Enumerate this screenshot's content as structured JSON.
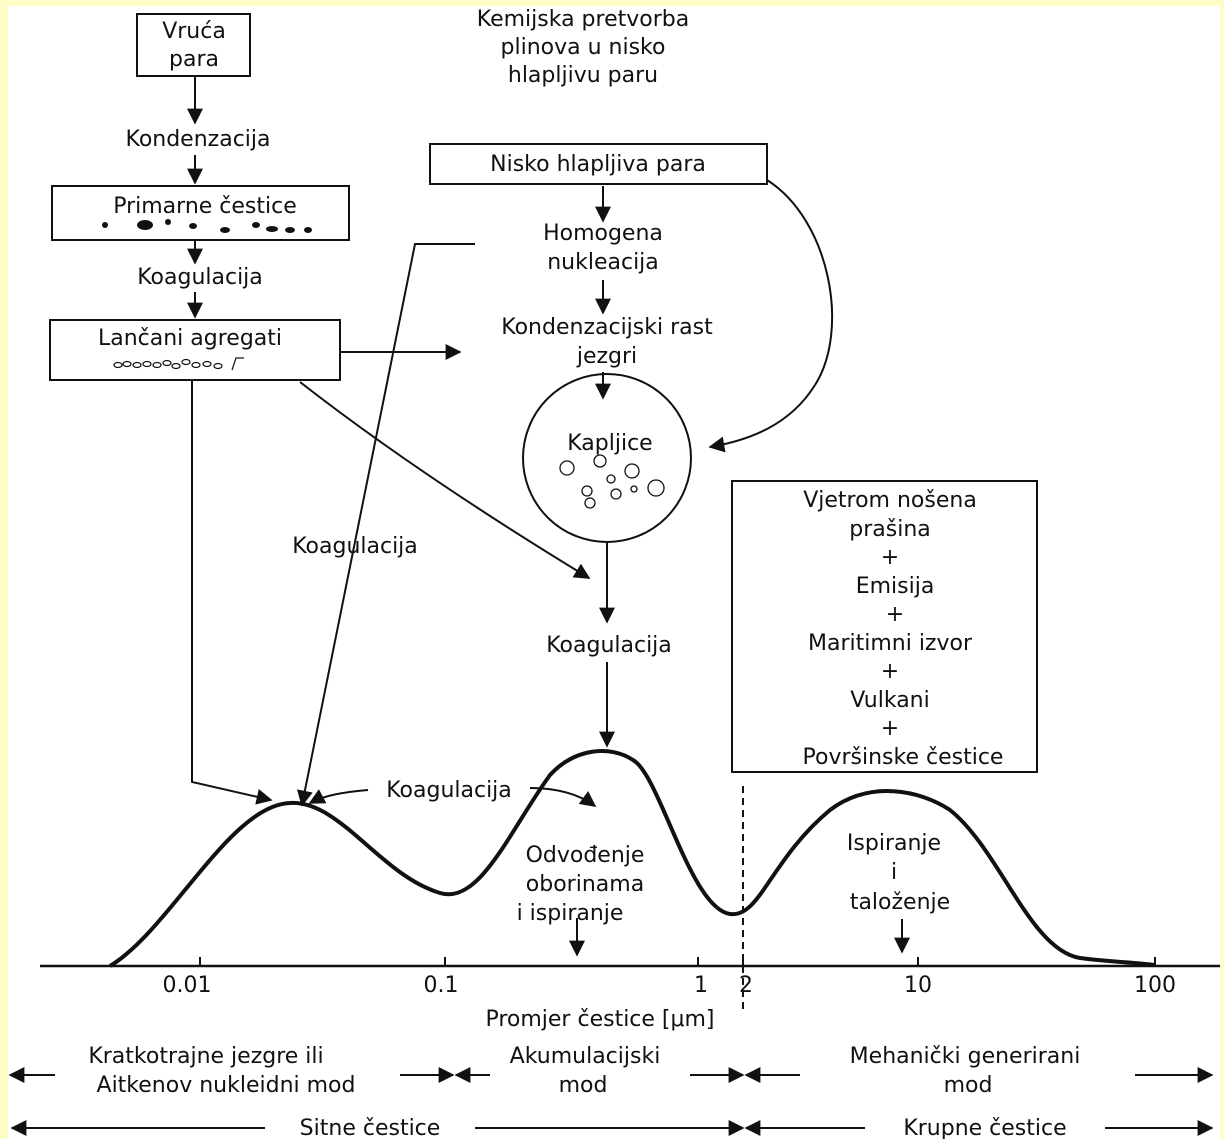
{
  "boxes": {
    "hot_vapor": [
      "Vruća",
      "para"
    ],
    "primary_particles": "Primarne čestice",
    "chain_aggregates": "Lančani agregati",
    "low_volatility_vapor": "Nisko hlapljiva para",
    "droplets": "Kapljice",
    "sources": [
      "Vjetrom nošena",
      "prašina",
      "+",
      "Emisija",
      "+",
      "Maritimni izvor",
      "+",
      "Vulkani",
      "+",
      "Površinske čestice"
    ]
  },
  "labels": {
    "chemical_conversion": [
      "Kemijska pretvorba",
      "plinova u nisko",
      "hlapljivu paru"
    ],
    "condensation": "Kondenzacija",
    "coagulation": "Koagulacija",
    "homogeneous_nucleation": [
      "Homogena",
      "nukleacija"
    ],
    "condensation_growth": [
      "Kondenzacijski rast",
      "jezgri"
    ],
    "rainout": [
      "Odvođenje",
      "oborinama",
      "i ispiranje"
    ],
    "washout": [
      "Ispiranje",
      "i",
      "taloženje"
    ]
  },
  "axis": {
    "ticks": [
      "0.01",
      "0.1",
      "1",
      "2",
      "10",
      "100"
    ],
    "title": "Promjer čestice [μm]"
  },
  "modes": {
    "nuclei": [
      "Kratkotrajne jezgre ili",
      "Aitkenov nukleidni mod"
    ],
    "accumulation": [
      "Akumulacijski",
      "mod"
    ],
    "mechanical": [
      "Mehanički generirani",
      "mod"
    ]
  },
  "ranges": {
    "fine": "Sitne čestice",
    "coarse": "Krupne čestice"
  }
}
